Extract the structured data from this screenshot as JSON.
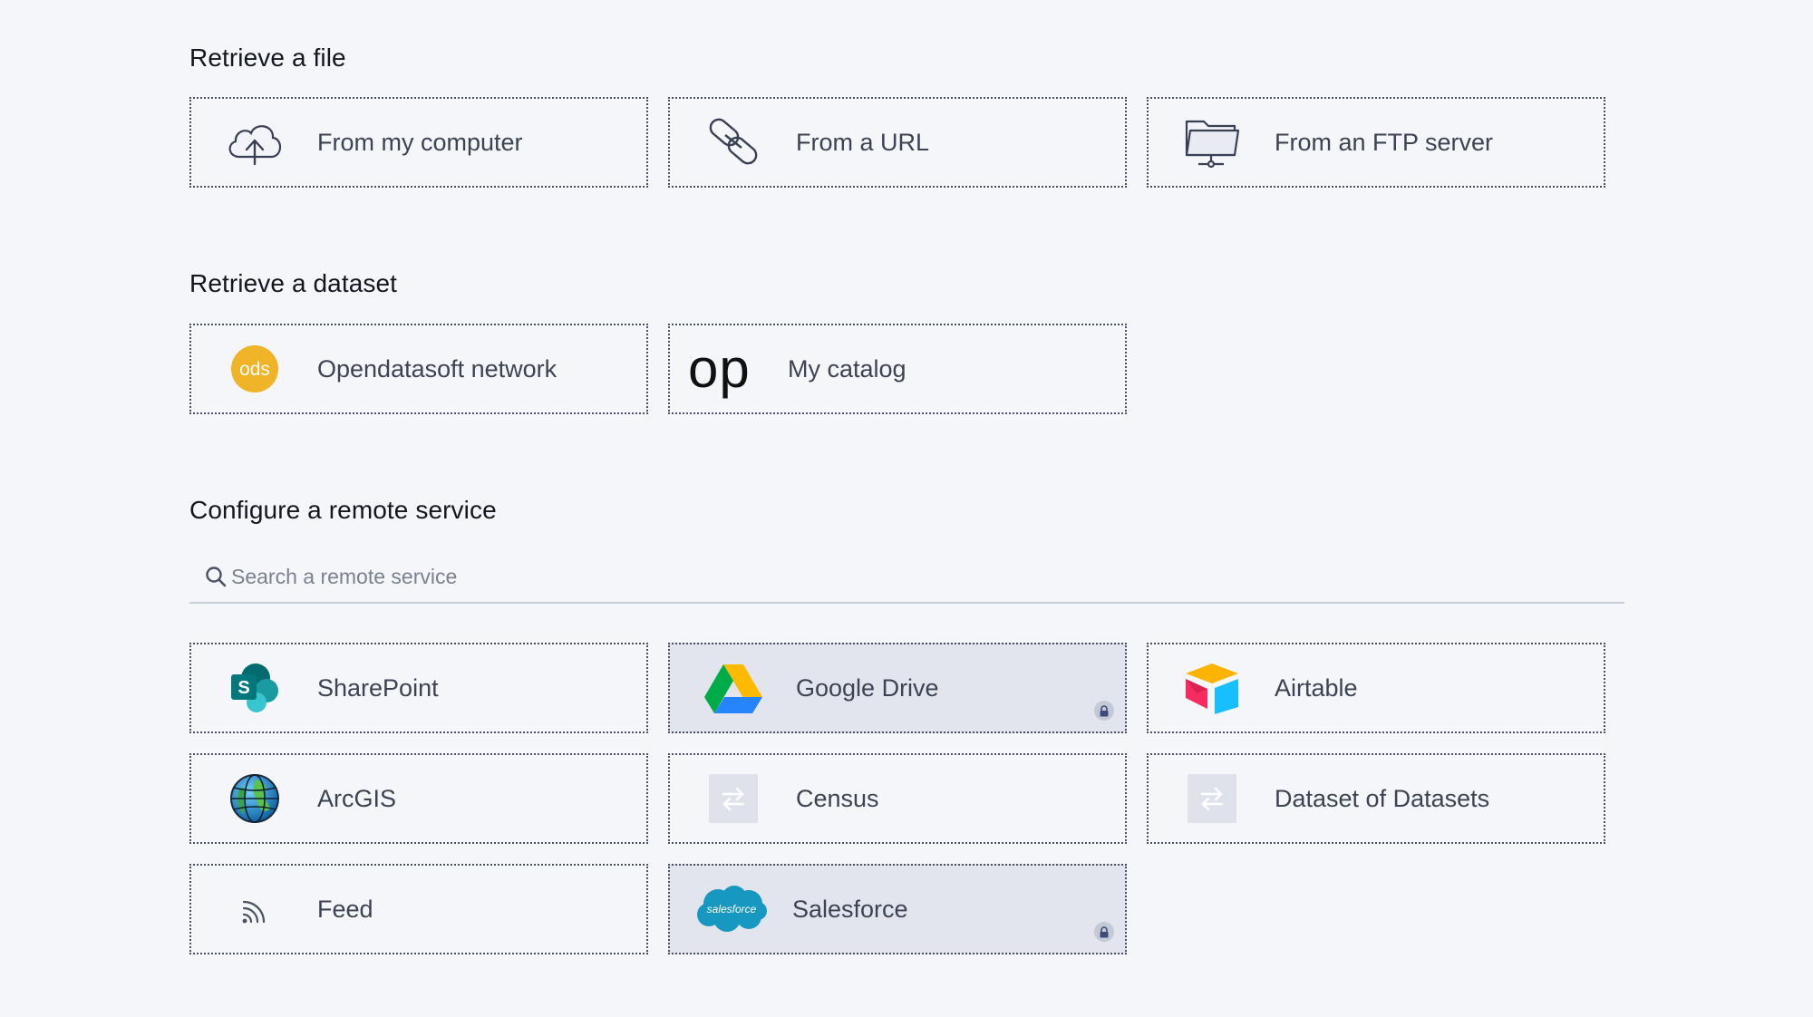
{
  "sections": {
    "retrieve_file": {
      "title": "Retrieve a file",
      "items": [
        {
          "label": "From my computer",
          "icon": "cloud-upload-icon"
        },
        {
          "label": "From a URL",
          "icon": "link-chain-icon"
        },
        {
          "label": "From an FTP server",
          "icon": "folder-network-icon"
        }
      ]
    },
    "retrieve_dataset": {
      "title": "Retrieve a dataset",
      "items": [
        {
          "label": "Opendatasoft network",
          "icon": "ods-logo-icon",
          "logo_text": "ods"
        },
        {
          "label": "My catalog",
          "icon": "op-logo-icon",
          "logo_text": "op"
        }
      ]
    },
    "remote_service": {
      "title": "Configure a remote service",
      "search": {
        "placeholder": "Search a remote service",
        "value": ""
      },
      "items": [
        {
          "label": "SharePoint",
          "icon": "sharepoint-icon",
          "logo_text": "S",
          "locked": false
        },
        {
          "label": "Google Drive",
          "icon": "google-drive-icon",
          "locked": true
        },
        {
          "label": "Airtable",
          "icon": "airtable-icon",
          "locked": false
        },
        {
          "label": "ArcGIS",
          "icon": "arcgis-globe-icon",
          "locked": false
        },
        {
          "label": "Census",
          "icon": "exchange-arrows-icon",
          "locked": false
        },
        {
          "label": "Dataset of Datasets",
          "icon": "exchange-arrows-icon",
          "locked": false
        },
        {
          "label": "Feed",
          "icon": "rss-feed-icon",
          "locked": false
        },
        {
          "label": "Salesforce",
          "icon": "salesforce-icon",
          "logo_text": "salesforce",
          "locked": true
        }
      ]
    }
  },
  "colors": {
    "background": "#f5f6fa",
    "card_border": "#4a5163",
    "locked_card": "#e2e5ee",
    "ods_yellow": "#f0b429",
    "salesforce_blue": "#1798c1"
  }
}
